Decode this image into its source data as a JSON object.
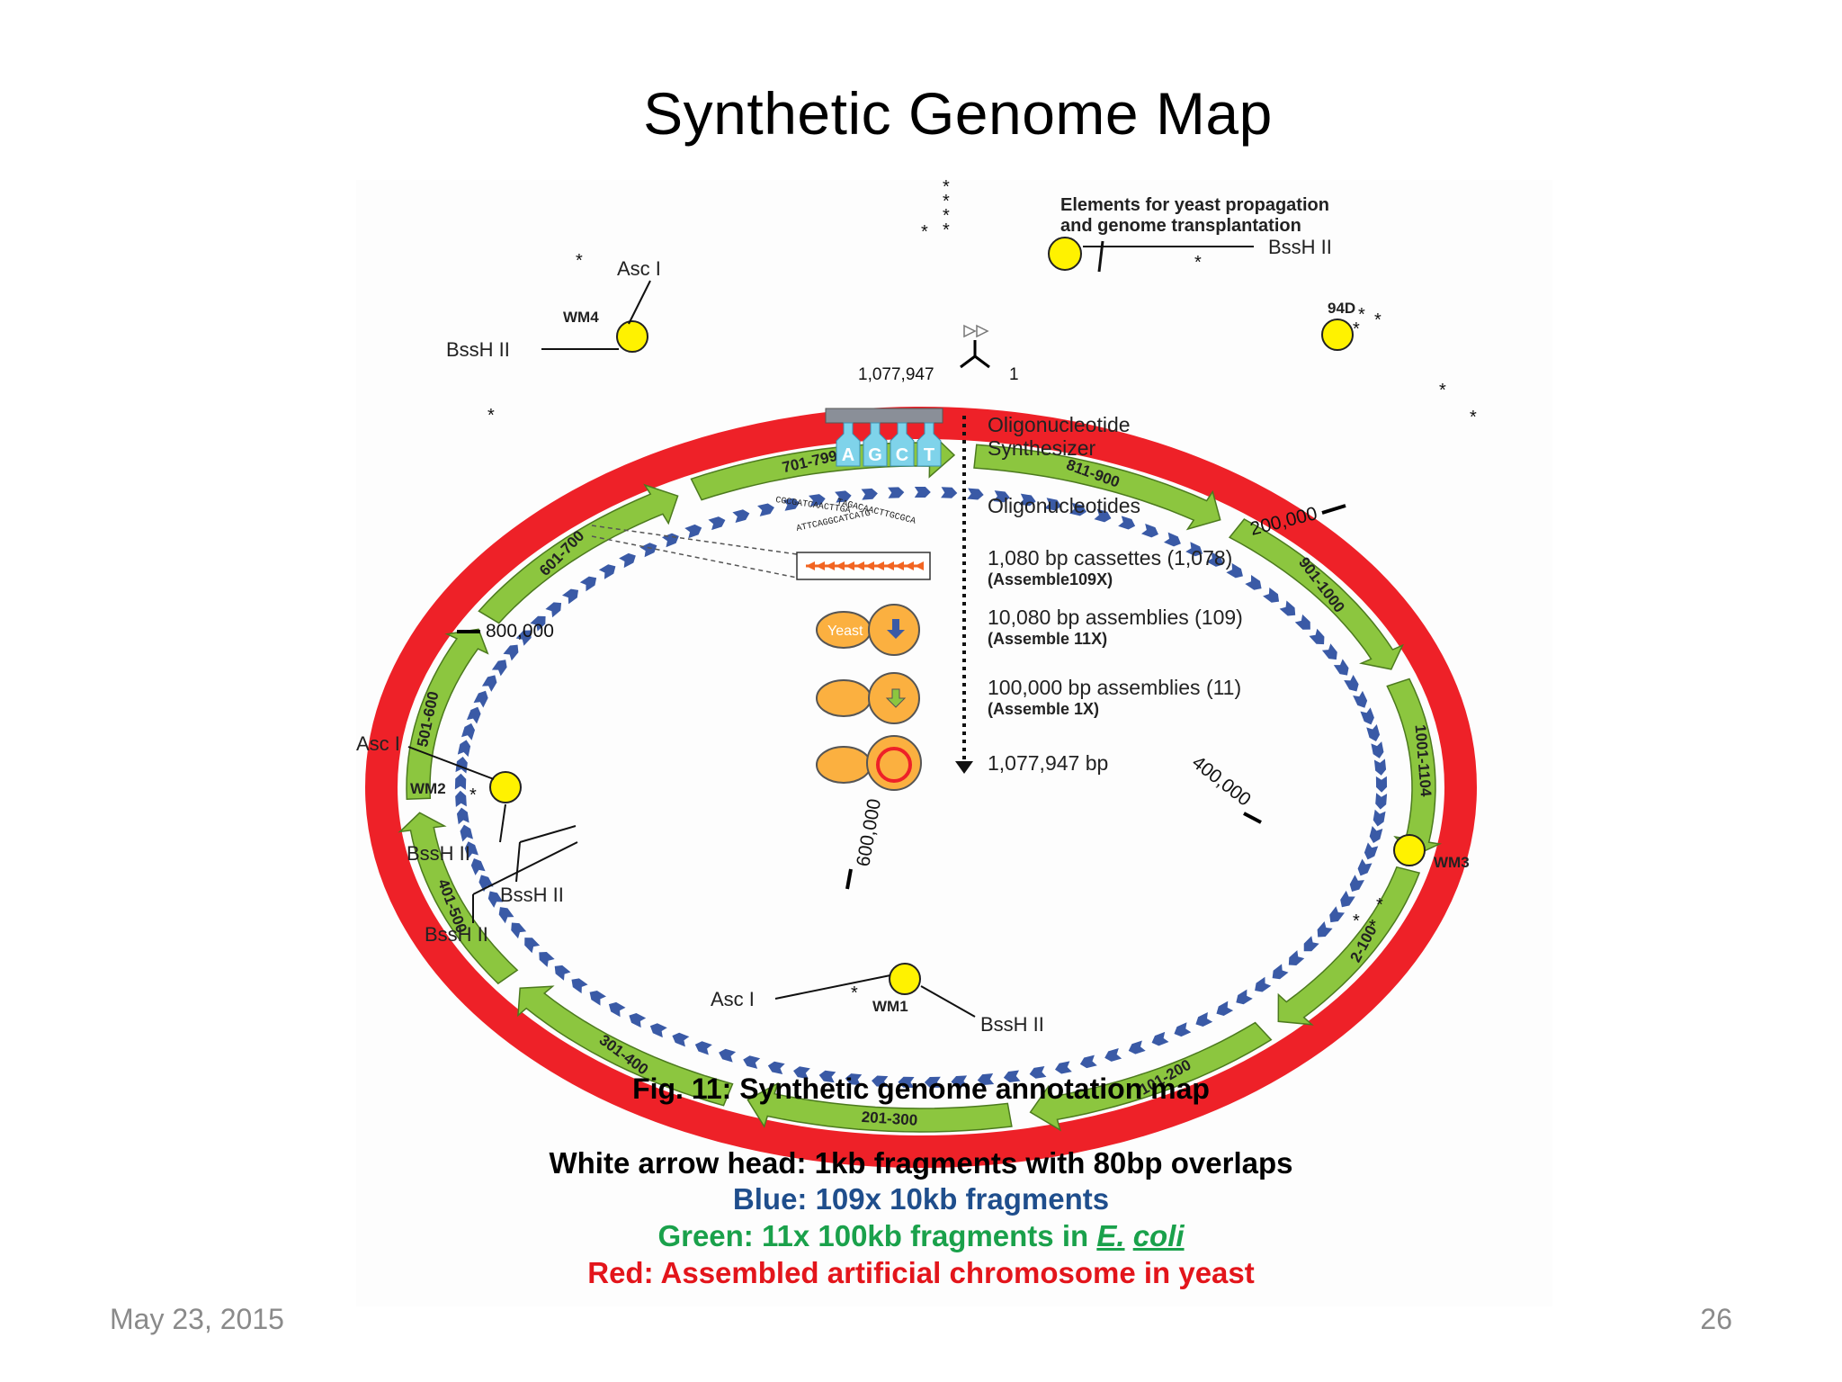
{
  "slide": {
    "title": "Synthetic Genome Map",
    "date": "May 23, 2015",
    "page": "26"
  },
  "diagram": {
    "top_elements": [
      "Elements for yeast propagation",
      "and genome transplantation"
    ],
    "restriction_sites": {
      "bssh": "BssH II",
      "asc": "Asc I"
    },
    "watermarks": [
      "WM1",
      "WM2",
      "WM3",
      "WM4",
      "94D"
    ],
    "green_segments": [
      "811-900",
      "901-1000",
      "1001-1104",
      "2-100",
      "101-200",
      "201-300",
      "301-400",
      "401-500",
      "501-600",
      "601-700",
      "701-799"
    ],
    "coordinates": {
      "start_left": "1,077,947",
      "start_right": "1",
      "c200": "200,000",
      "c400": "400,000",
      "c600": "600,000",
      "c800": "800,000"
    },
    "workflow": {
      "synth_1": "Oligonucleotide",
      "synth_2": "Synthesizer",
      "oligos": "Oligonucleotides",
      "cassettes": "1,080 bp cassettes (1,078)",
      "cassettes_sub": "(Assemble109X)",
      "asm10": "10,080 bp assemblies (109)",
      "asm10_sub": "(Assemble 11X)",
      "asm100": "100,000 bp assemblies (11)",
      "asm100_sub": "(Assemble 1X)",
      "final": "1,077,947 bp",
      "yeast": "Yeast",
      "bases": [
        "A",
        "G",
        "C",
        "T"
      ],
      "seq1": "CGCGATCAACTTGA",
      "seq2": "TAGACAACTTGCGCA",
      "seq3": "ATTCAGGCATCATG"
    },
    "colors": {
      "red": "#ee2128",
      "green": "#8cc63f",
      "blue": "#3a5aa6",
      "yellow": "#fff200"
    }
  },
  "caption": {
    "fig": "Fig. 11: Synthetic genome annotation map",
    "white": "White arrow head: 1kb fragments with 80bp overlaps",
    "blue": "Blue: 109x 10kb fragments",
    "green_prefix": "Green: 11x 100kb fragments in ",
    "green_e": "E.",
    "green_coli": "coli",
    "red": "Red: Assembled artificial chromosome in yeast",
    "blue_color": "#1f4e8c",
    "green_color": "#1aa14b",
    "red_color": "#e3151b"
  }
}
